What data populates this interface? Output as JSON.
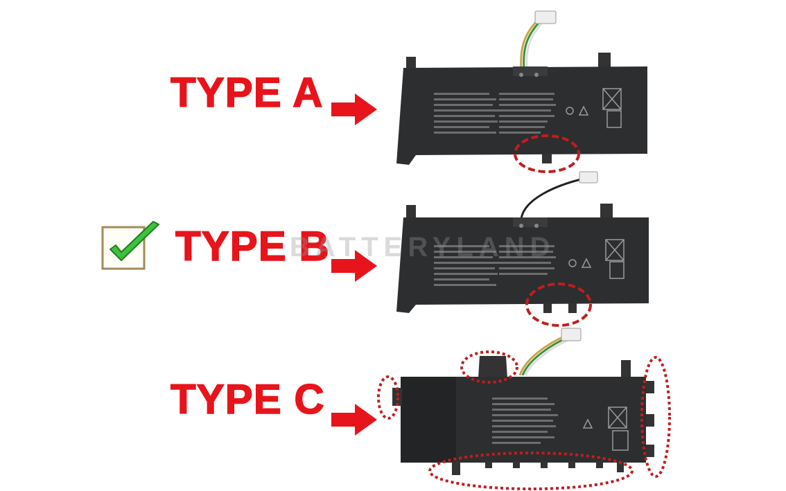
{
  "labels": {
    "type_a": "TYPE A",
    "type_b": "TYPE B",
    "type_c": "TYPE C"
  },
  "watermark": "BATTERYLAND",
  "selected_type": "TYPE B",
  "colors": {
    "label_red": "#e8141b",
    "arrow_red": "#e8141b",
    "battery_body": "#2d2e30",
    "highlight_dash": "#c21d1d",
    "check_green": "#3ec13e"
  },
  "icons": [
    "arrow-right-icon",
    "checkmark-icon",
    "recycle-bin-icon",
    "li-ion-icon",
    "ce-mark-icon"
  ]
}
